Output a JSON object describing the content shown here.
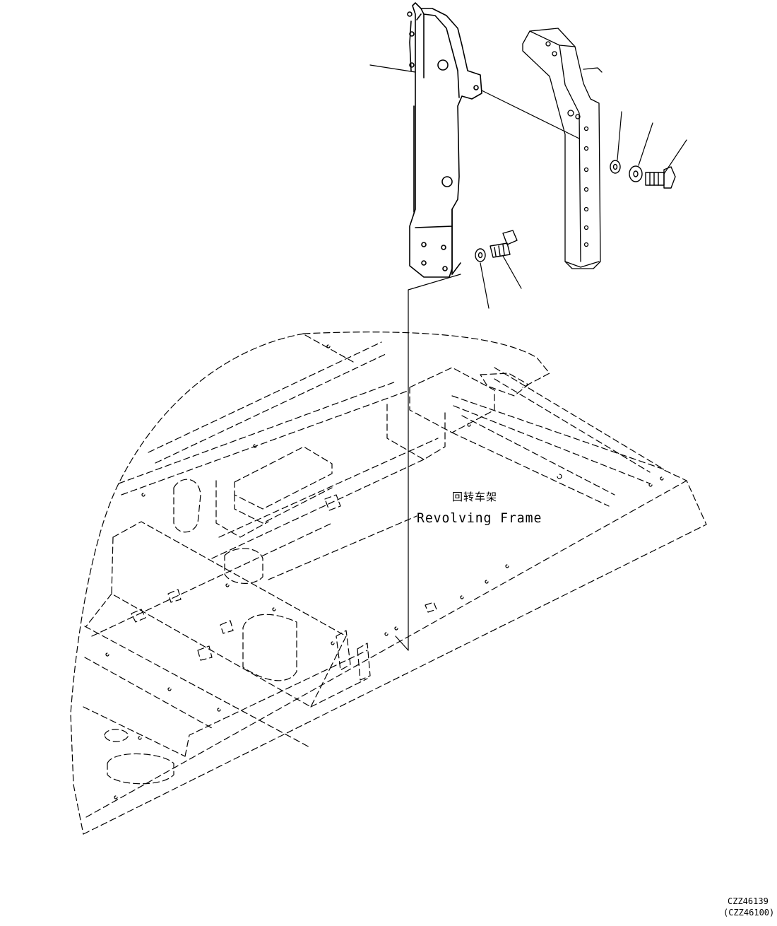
{
  "labels": {
    "frame_cn": "回转车架",
    "frame_en": "Revolving Frame",
    "drawing_code": "CZZ46139",
    "drawing_code_ref": "(CZZ46100)"
  },
  "colors": {
    "ink": "#000000",
    "paper": "#ffffff"
  }
}
